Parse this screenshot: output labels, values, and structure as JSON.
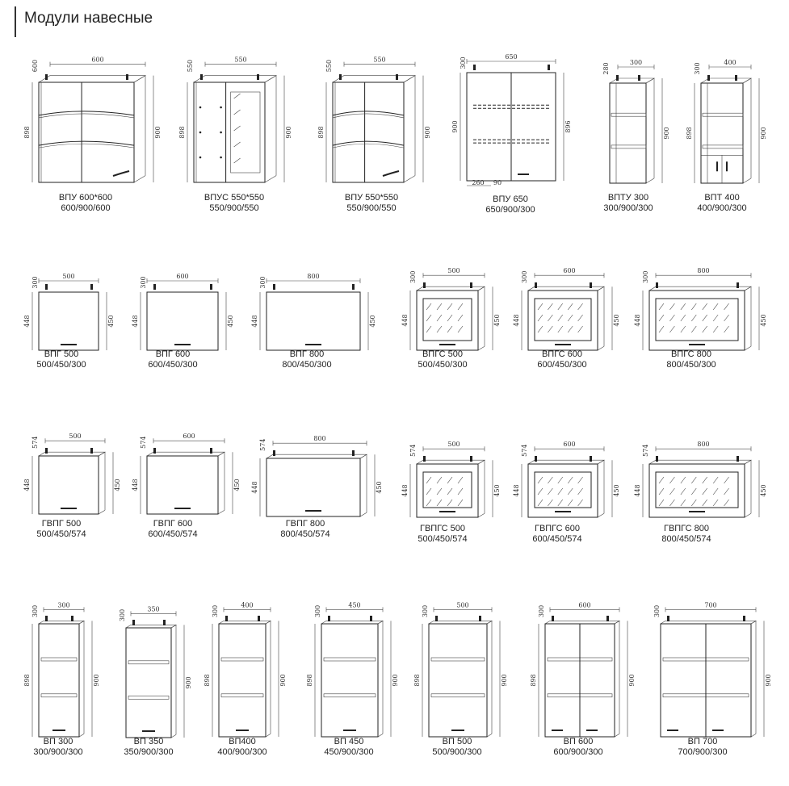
{
  "page_title": "Модули навесные",
  "modules": [
    {
      "kind": "corner",
      "name": "ВПУ 600*600",
      "size": "600/900/600",
      "w_label": "600",
      "d_label": "600",
      "hl": "898",
      "hr": "900"
    },
    {
      "kind": "corner-glass",
      "name": "ВПУС 550*550",
      "size": "550/900/550",
      "w_label": "550",
      "d_label": "550",
      "hl": "898",
      "hr": "900"
    },
    {
      "kind": "corner",
      "name": "ВПУ 550*550",
      "size": "550/900/550",
      "w_label": "550",
      "d_label": "550",
      "hl": "898",
      "hr": "900"
    },
    {
      "kind": "angled",
      "name": "ВПУ 650",
      "size": "650/900/300",
      "w_label": "650",
      "d_label": "300",
      "hl": "900",
      "hr": "896",
      "b1": "260",
      "b2": "90"
    },
    {
      "kind": "end",
      "name": "ВПТУ 300",
      "size": "300/900/300",
      "w_label": "300",
      "d_label": "280",
      "hl": "",
      "hr": "900"
    },
    {
      "kind": "end-doors",
      "name": "ВПТ 400",
      "size": "400/900/300",
      "w_label": "400",
      "d_label": "300",
      "hl": "898",
      "hr": "900"
    },
    {
      "kind": "horiz",
      "name": "ВПГ 500",
      "size": "500/450/300",
      "w_label": "500",
      "d_label": "300",
      "hl": "448",
      "hr": "450"
    },
    {
      "kind": "horiz",
      "name": "ВПГ 600",
      "size": "600/450/300",
      "w_label": "600",
      "d_label": "300",
      "hl": "448",
      "hr": "450"
    },
    {
      "kind": "horiz",
      "name": "ВПГ 800",
      "size": "800/450/300",
      "w_label": "800",
      "d_label": "300",
      "hl": "448",
      "hr": "450"
    },
    {
      "kind": "horiz-glass",
      "name": "ВПГС 500",
      "size": "500/450/300",
      "w_label": "500",
      "d_label": "300",
      "hl": "448",
      "hr": "450"
    },
    {
      "kind": "horiz-glass",
      "name": "ВПГС 600",
      "size": "600/450/300",
      "w_label": "600",
      "d_label": "300",
      "hl": "448",
      "hr": "450"
    },
    {
      "kind": "horiz-glass",
      "name": "ВПГС 800",
      "size": "800/450/300",
      "w_label": "800",
      "d_label": "300",
      "hl": "448",
      "hr": "450"
    },
    {
      "kind": "horiz",
      "name": "ГВПГ 500",
      "size": "500/450/574",
      "w_label": "500",
      "d_label": "574",
      "hl": "448",
      "hr": "450"
    },
    {
      "kind": "horiz",
      "name": "ГВПГ 600",
      "size": "600/450/574",
      "w_label": "600",
      "d_label": "574",
      "hl": "448",
      "hr": "450"
    },
    {
      "kind": "horiz",
      "name": "ГВПГ 800",
      "size": "800/450/574",
      "w_label": "800",
      "d_label": "574",
      "hl": "448",
      "hr": "450"
    },
    {
      "kind": "horiz-glass",
      "name": "ГВПГС 500",
      "size": "500/450/574",
      "w_label": "500",
      "d_label": "574",
      "hl": "448",
      "hr": "450"
    },
    {
      "kind": "horiz-glass",
      "name": "ГВПГС 600",
      "size": "600/450/574",
      "w_label": "600",
      "d_label": "574",
      "hl": "448",
      "hr": "450"
    },
    {
      "kind": "horiz-glass",
      "name": "ГВПГС 800",
      "size": "800/450/574",
      "w_label": "800",
      "d_label": "574",
      "hl": "448",
      "hr": "450"
    },
    {
      "kind": "tall-single",
      "name": "ВП 300",
      "size": "300/900/300",
      "w_label": "300",
      "d_label": "300",
      "hl": "898",
      "hr": "900"
    },
    {
      "kind": "tall-single",
      "name": "ВП 350",
      "size": "350/900/300",
      "w_label": "350",
      "d_label": "300",
      "hl": "",
      "hr": "900"
    },
    {
      "kind": "tall-single",
      "name": "ВП400",
      "size": "400/900/300",
      "w_label": "400",
      "d_label": "300",
      "hl": "898",
      "hr": "900"
    },
    {
      "kind": "tall-single",
      "name": "ВП 450",
      "size": "450/900/300",
      "w_label": "450",
      "d_label": "300",
      "hl": "898",
      "hr": "900"
    },
    {
      "kind": "tall-single",
      "name": "ВП 500",
      "size": "500/900/300",
      "w_label": "500",
      "d_label": "300",
      "hl": "898",
      "hr": "900"
    },
    {
      "kind": "tall-double",
      "name": "ВП 600",
      "size": "600/900/300",
      "w_label": "600",
      "d_label": "300",
      "hl": "898",
      "hr": "900"
    },
    {
      "kind": "tall-double",
      "name": "ВП 700",
      "size": "700/900/300",
      "w_label": "700",
      "d_label": "300",
      "hl": "",
      "hr": "900"
    }
  ]
}
